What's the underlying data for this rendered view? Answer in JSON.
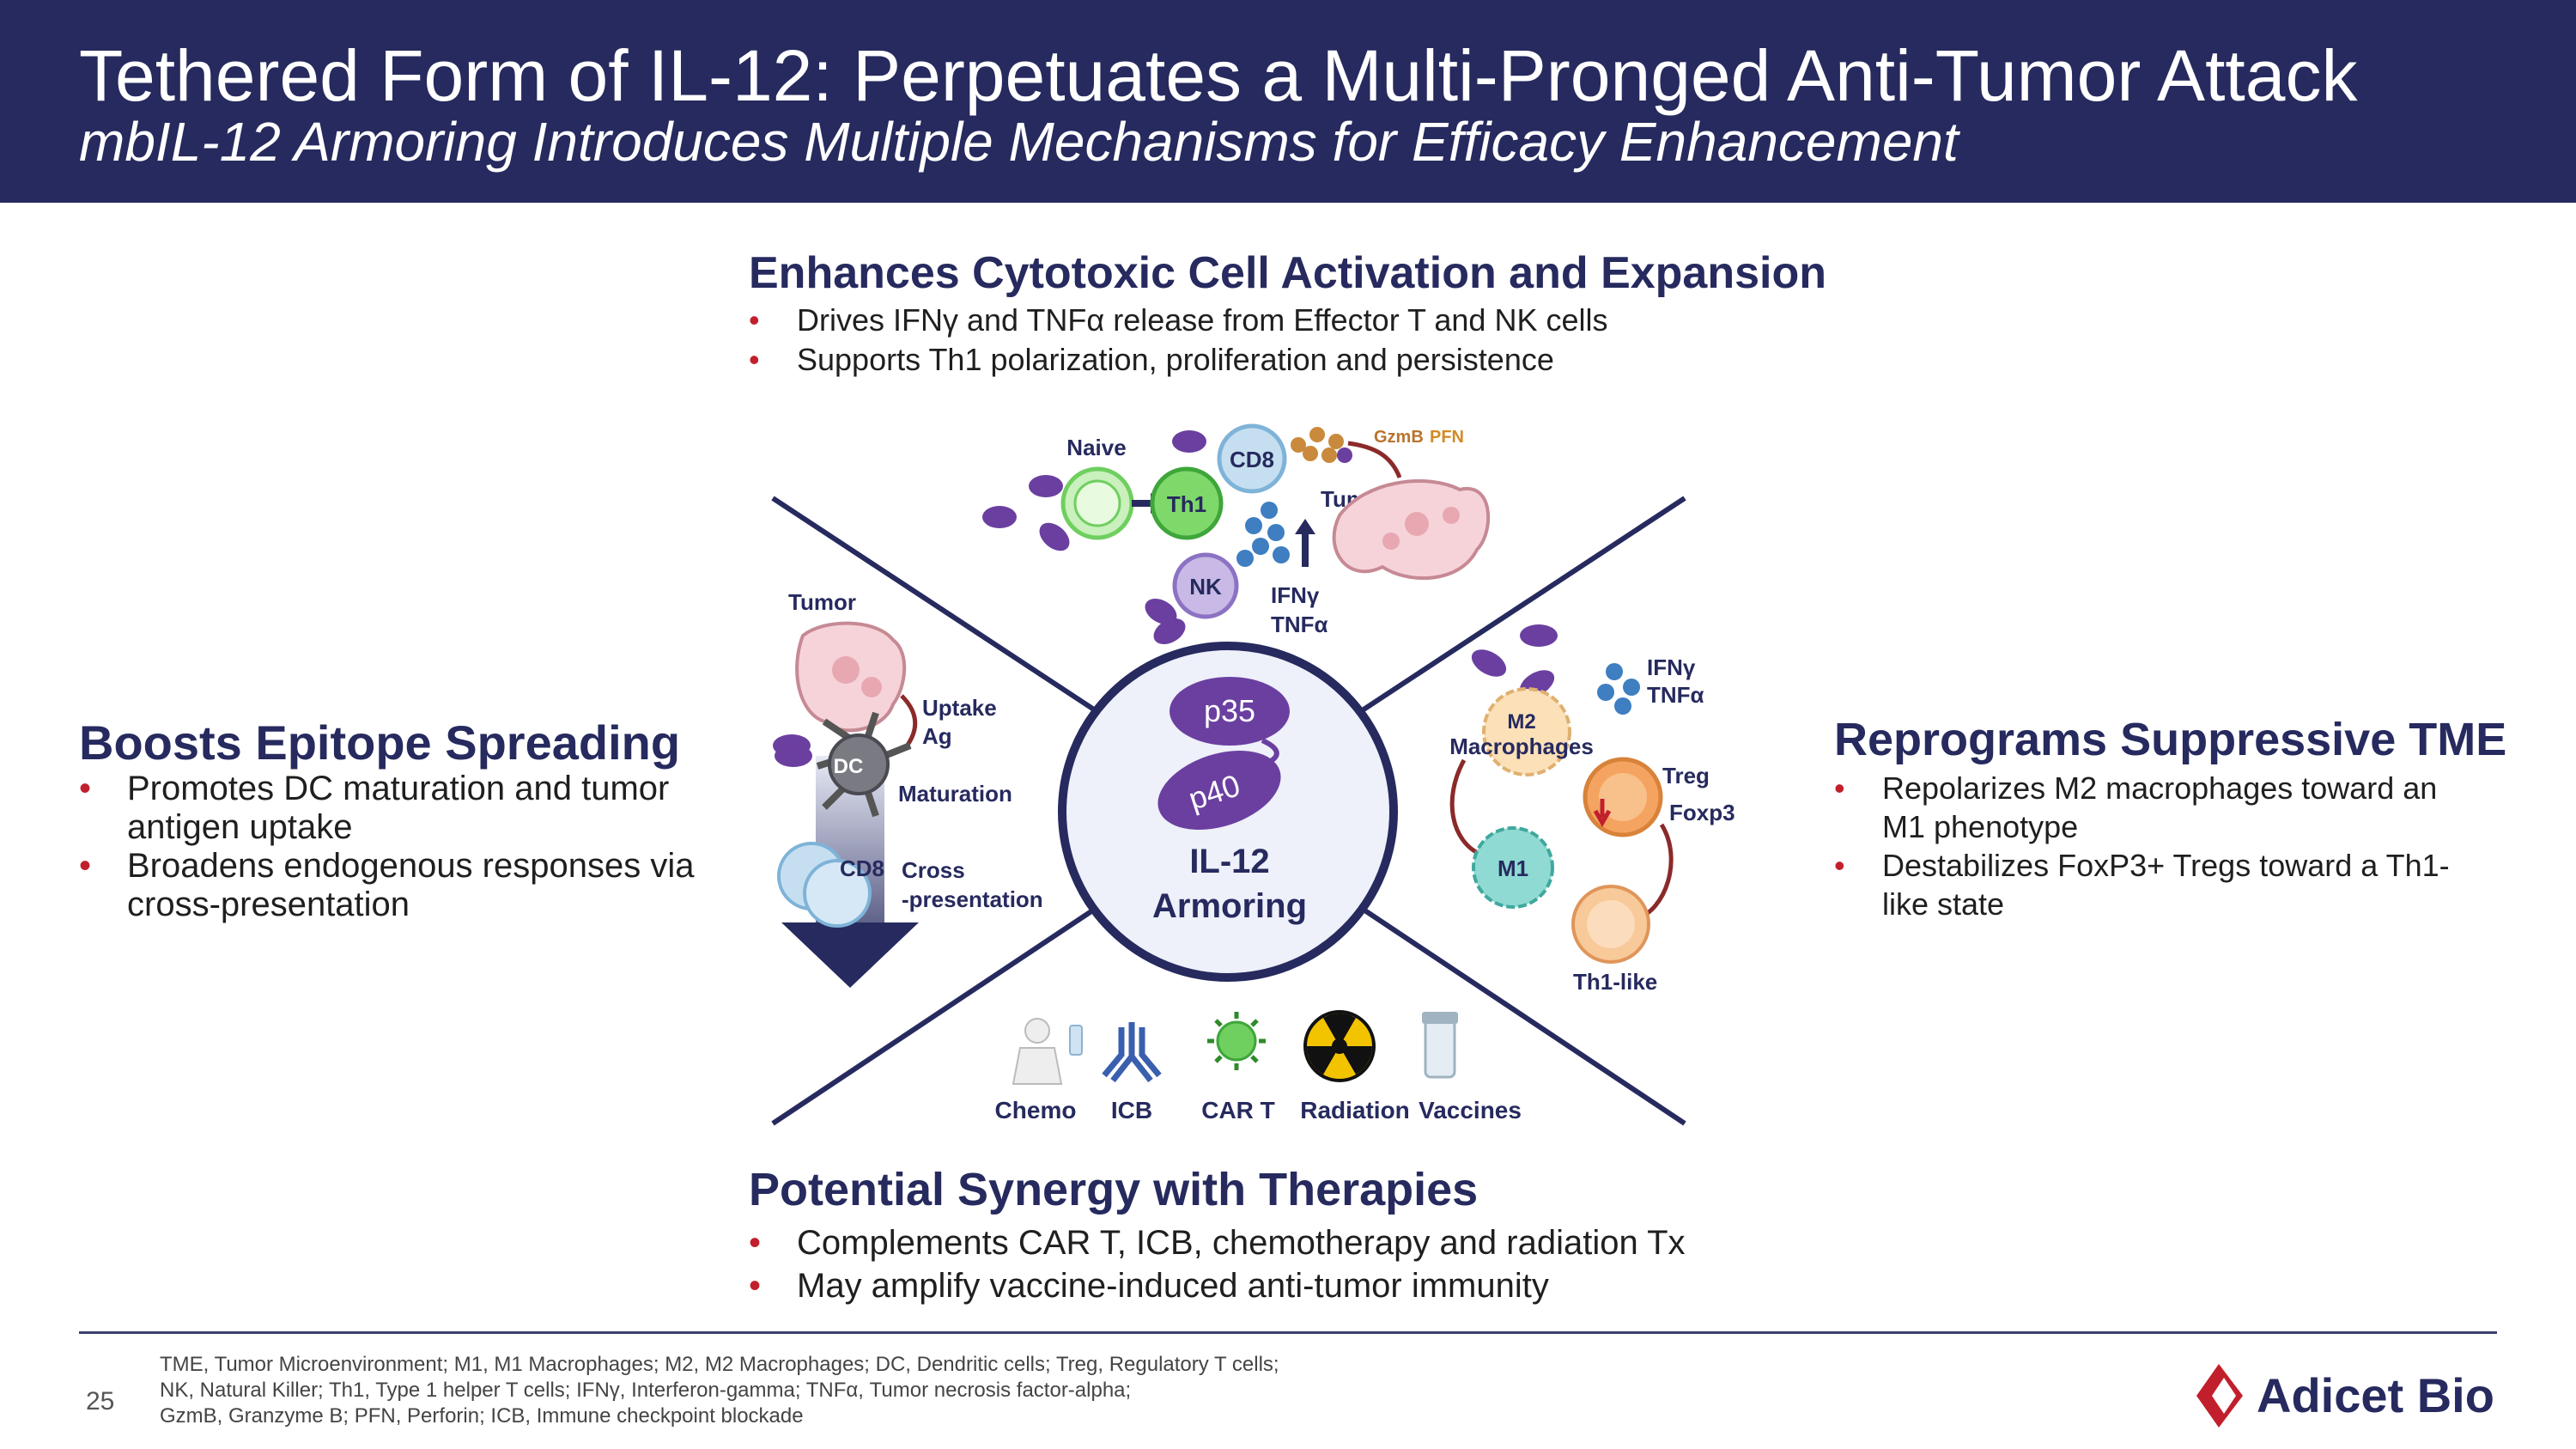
{
  "header": {
    "title": "Tethered Form of IL-12: Perpetuates a Multi-Pronged Anti-Tumor Attack",
    "subtitle": "mbIL-12 Armoring Introduces Multiple Mechanisms for Efficacy Enhancement"
  },
  "top_section": {
    "heading": "Enhances Cytotoxic Cell Activation and Expansion",
    "bullets": [
      "Drives IFNγ and TNFα release from Effector T and NK cells",
      "Supports Th1 polarization, proliferation and persistence"
    ]
  },
  "left_section": {
    "heading": "Boosts Epitope Spreading",
    "bullets": [
      "Promotes DC maturation and tumor antigen uptake",
      "Broadens endogenous responses via cross-presentation"
    ]
  },
  "right_section": {
    "heading": "Reprograms Suppressive TME",
    "bullets": [
      "Repolarizes M2 macrophages toward an M1 phenotype",
      "Destabilizes FoxP3+ Tregs toward a Th1-like state"
    ]
  },
  "bottom_section": {
    "heading": "Potential Synergy with Therapies",
    "bullets": [
      "Complements CAR T, ICB, chemotherapy and radiation Tx",
      "May amplify vaccine-induced anti-tumor immunity"
    ]
  },
  "diagram": {
    "center_p35": "p35",
    "center_p40": "p40",
    "center_line1": "IL-12",
    "center_line2": "Armoring",
    "top_labels": {
      "naive": "Naive",
      "th1": "Th1",
      "cd8": "CD8",
      "gzmb": "GzmB",
      "pfn": "PFN",
      "tumor": "Tumor",
      "nk": "NK",
      "ifng": "IFNγ",
      "tnfa": "TNFα"
    },
    "left_labels": {
      "tumor": "Tumor",
      "uptake": "Uptake",
      "ag": "Ag",
      "dc": "DC",
      "maturation": "Maturation",
      "cd8": "CD8",
      "cross": "Cross",
      "presentation": "-presentation"
    },
    "right_labels": {
      "ifng": "IFNγ",
      "tnfa": "TNFα",
      "m2": "M2",
      "macrophages": "Macrophages",
      "treg": "Treg",
      "foxp3": "Foxp3",
      "m1": "M1",
      "th1like": "Th1-like"
    },
    "therapies": [
      "Chemo",
      "ICB",
      "CAR T",
      "Radiation",
      "Vaccines"
    ],
    "colors": {
      "navy": "#262a5e",
      "purple": "#6b3fa0",
      "green": "#6fcf5f",
      "orange": "#f4a460",
      "teal": "#7fd1c8",
      "lightblue": "#c6dff0",
      "accent_red": "#c21f2c"
    }
  },
  "footer": {
    "page_number": "25",
    "footnote_lines": [
      "TME, Tumor Microenvironment; M1, M1 Macrophages; M2, M2 Macrophages; DC, Dendritic cells; Treg, Regulatory T cells;",
      "NK, Natural Killer; Th1, Type 1 helper T cells; IFNγ, Interferon-gamma; TNFα, Tumor necrosis factor-alpha;",
      "GzmB, Granzyme B; PFN, Perforin; ICB, Immune checkpoint blockade"
    ],
    "logo_text": "Adicet Bio"
  }
}
